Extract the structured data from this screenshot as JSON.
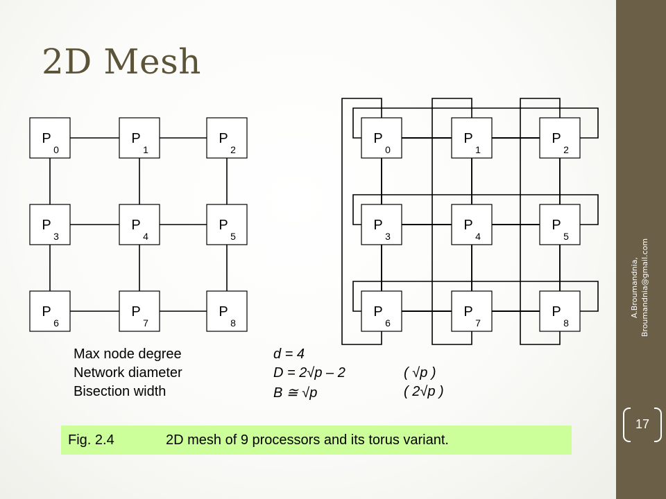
{
  "slide": {
    "title": "2D Mesh",
    "page_number": "17",
    "credit_line1": "A.Broumandnia,",
    "credit_line2": "Broumandnia@gmail.com"
  },
  "diagram": {
    "node_letter": "P",
    "node_ids": [
      "0",
      "1",
      "2",
      "3",
      "4",
      "5",
      "6",
      "7",
      "8"
    ],
    "grid_rows": 3,
    "grid_cols": 3,
    "left_variant": "mesh",
    "right_variant": "torus"
  },
  "properties": [
    {
      "label": "Max node degree",
      "value": "d = 4",
      "ring": ""
    },
    {
      "label": "Network diameter",
      "value": "D = 2√p – 2",
      "ring": "( √p )"
    },
    {
      "label": "Bisection width",
      "value": "B ≅ √p",
      "ring": "( 2√p )"
    }
  ],
  "caption": {
    "fig": "Fig. 2.4",
    "text": "2D mesh of 9 processors and its torus variant."
  },
  "colors": {
    "title": "#5c5438",
    "side_panel": "#6b6047",
    "caption_bg": "#ccff99"
  }
}
